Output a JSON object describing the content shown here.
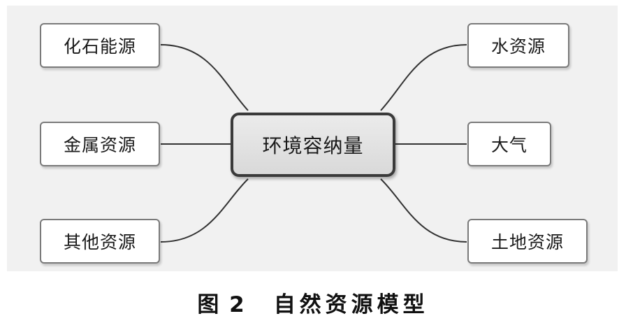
{
  "diagram": {
    "center": "环境容纳量",
    "left_nodes": [
      "化石能源",
      "金属资源",
      "其他资源"
    ],
    "right_nodes": [
      "水资源",
      "大气",
      "土地资源"
    ],
    "colors": {
      "background": "#f1f1f1",
      "node_fill": "#ffffff",
      "center_fill": "#e3e3e3",
      "line": "#333333"
    }
  },
  "caption": {
    "number": "图 2",
    "title": "自然资源模型"
  }
}
